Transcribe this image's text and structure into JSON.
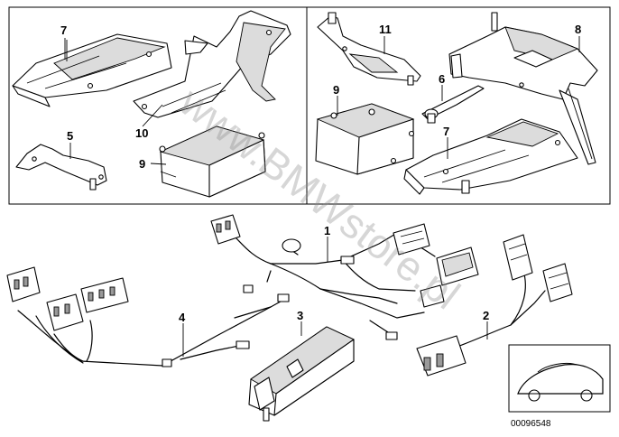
{
  "diagram": {
    "watermark": "www.BMWstore.pl",
    "diagram_code": "00096548",
    "callouts": {
      "c7_left": "7",
      "c10": "10",
      "c5": "5",
      "c9_left": "9",
      "c11": "11",
      "c8": "8",
      "c9_right": "9",
      "c6": "6",
      "c7_right": "7",
      "c1": "1",
      "c4": "4",
      "c3": "3",
      "c2": "2"
    }
  }
}
